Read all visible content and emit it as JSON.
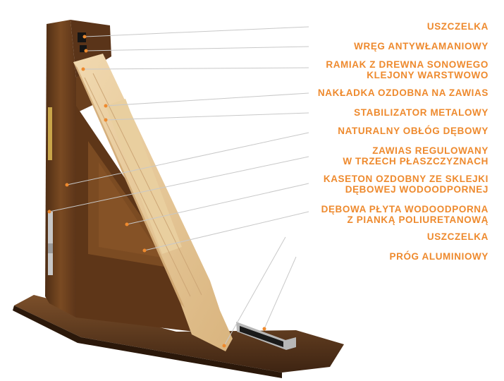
{
  "labels": [
    {
      "id": "seal-top",
      "lines": [
        "USZCZELKA"
      ]
    },
    {
      "id": "anti-burglary-rebate",
      "lines": [
        "WRĘG ANTYWŁAMANIOWY"
      ]
    },
    {
      "id": "pine-frame",
      "lines": [
        "RAMIAK Z DREWNA SONOWEGO",
        "KLEJONY WARSTWOWO"
      ]
    },
    {
      "id": "hinge-cover",
      "lines": [
        "NAKŁADKA OZDOBNA NA ZAWIAS"
      ]
    },
    {
      "id": "metal-stabilizer",
      "lines": [
        "STABILIZATOR METALOWY"
      ]
    },
    {
      "id": "oak-casing",
      "lines": [
        "NATURALNY OBŁÓG DĘBOWY"
      ]
    },
    {
      "id": "adjustable-hinge",
      "lines": [
        "ZAWIAS REGULOWANY",
        "W TRZECH PŁASZCZYZNACH"
      ]
    },
    {
      "id": "plywood-panel",
      "lines": [
        "KASETON OZDOBNY ZE SKLEJKI",
        "DĘBOWEJ WODOODPORNEJ"
      ]
    },
    {
      "id": "oak-board",
      "lines": [
        "DĘBOWA PŁYTA WODOODPORNA",
        "Z PIANKĄ POLIURETANOWĄ"
      ]
    },
    {
      "id": "seal-bottom",
      "lines": [
        "USZCZELKA"
      ]
    },
    {
      "id": "aluminium-threshold",
      "lines": [
        "PRÓG ALUMINIOWY"
      ]
    }
  ],
  "colors": {
    "label": "#ee8a2e",
    "leader": "#c8c8c8",
    "oak": "#6b4020",
    "pine": "#e6c79a"
  }
}
